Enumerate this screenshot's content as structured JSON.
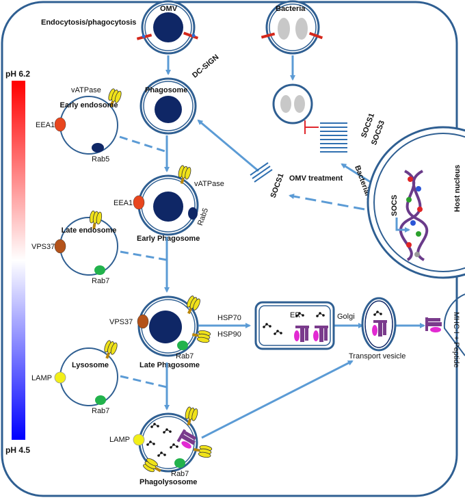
{
  "colors": {
    "membrane": "#2f5f92",
    "arrow": "#5b9bd5",
    "navy": "#0f2766",
    "eea1": "#e8461e",
    "rab5": "#0f2766",
    "rab7": "#22b24c",
    "vps37": "#b4531a",
    "lamp": "#f2ef18",
    "vatpase": "#f0e21a",
    "mhc_purple": "#7a3b8c",
    "peptide_magenta": "#e22ad2",
    "bacteria_gray": "#c8c8c8",
    "inhibit_red": "#e0262c",
    "gradient_top": "#ff0000",
    "gradient_mid": "#ffffff",
    "gradient_bottom": "#0000ff"
  },
  "ph_scale": {
    "top": "pH 6.2",
    "bottom": "pH 4.5"
  },
  "top": {
    "omv": "OMV",
    "endocytosis": "Endocytosis/phagocytosis",
    "dc_sign": "DC-SIGN",
    "bacteria": "Bacteria"
  },
  "compartments": {
    "phagosome": "Phagosome",
    "early_endosome": "Early endosome",
    "early_phagosome": "Early Phagosome",
    "late_endosome": "Late endosome",
    "late_phagosome": "Late Phagosome",
    "lysosome": "Lysosome",
    "phagolysosome": "Phagolysosome"
  },
  "markers": {
    "vatpase": "vATPase",
    "eea1": "EEA1",
    "rab5": "Rab5",
    "vps37": "VPS37",
    "rab7": "Rab7",
    "lamp": "LAMP"
  },
  "socs": {
    "socs1": "SOCS1",
    "socs3": "SOCS3",
    "bacterial_infection": "Bacterial infection",
    "omv_treatment": "OMV treatment",
    "socs": "SOCS",
    "host_nucleus": "Host nucleus"
  },
  "presentation": {
    "hsp70": "HSP70",
    "hsp90": "HSP90",
    "er": "ER",
    "golgi": "Golgi",
    "transport_vesicle": "Transport vesicle",
    "mhc_peptide": "MHC-I + Peptide"
  }
}
